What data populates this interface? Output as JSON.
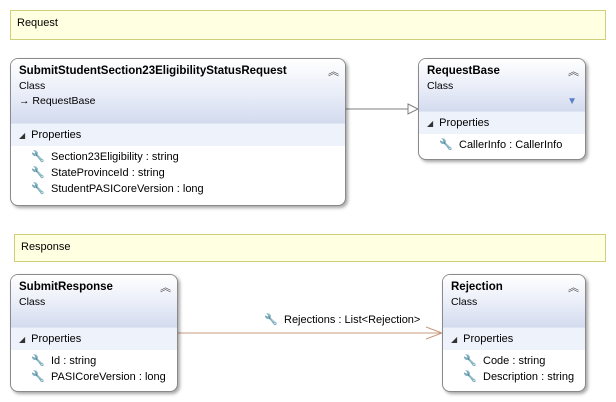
{
  "notes": {
    "request": "Request",
    "response": "Response"
  },
  "classes": {
    "submit_request": {
      "name": "SubmitStudentSection23EligibilityStatusRequest",
      "kind": "Class",
      "base": "RequestBase",
      "section": "Properties",
      "properties": [
        "Section23Eligibility : string",
        "StateProvinceId : string",
        "StudentPASICoreVersion : long"
      ]
    },
    "request_base": {
      "name": "RequestBase",
      "kind": "Class",
      "section": "Properties",
      "properties": [
        "CallerInfo : CallerInfo"
      ]
    },
    "submit_response": {
      "name": "SubmitResponse",
      "kind": "Class",
      "section": "Properties",
      "properties": [
        "Id : string",
        "PASICoreVersion : long"
      ]
    },
    "rejection": {
      "name": "Rejection",
      "kind": "Class",
      "section": "Properties",
      "properties": [
        "Code : string",
        "Description : string"
      ]
    }
  },
  "association": {
    "label": "Rejections : List<Rejection>",
    "color": "#c8987e"
  },
  "inheritance_color": "#7f7f7f",
  "icons": {
    "collapse": "double-chevron-up-icon",
    "property": "wrench-icon",
    "filter": "filter-icon",
    "inherits": "arrow-right-icon"
  }
}
